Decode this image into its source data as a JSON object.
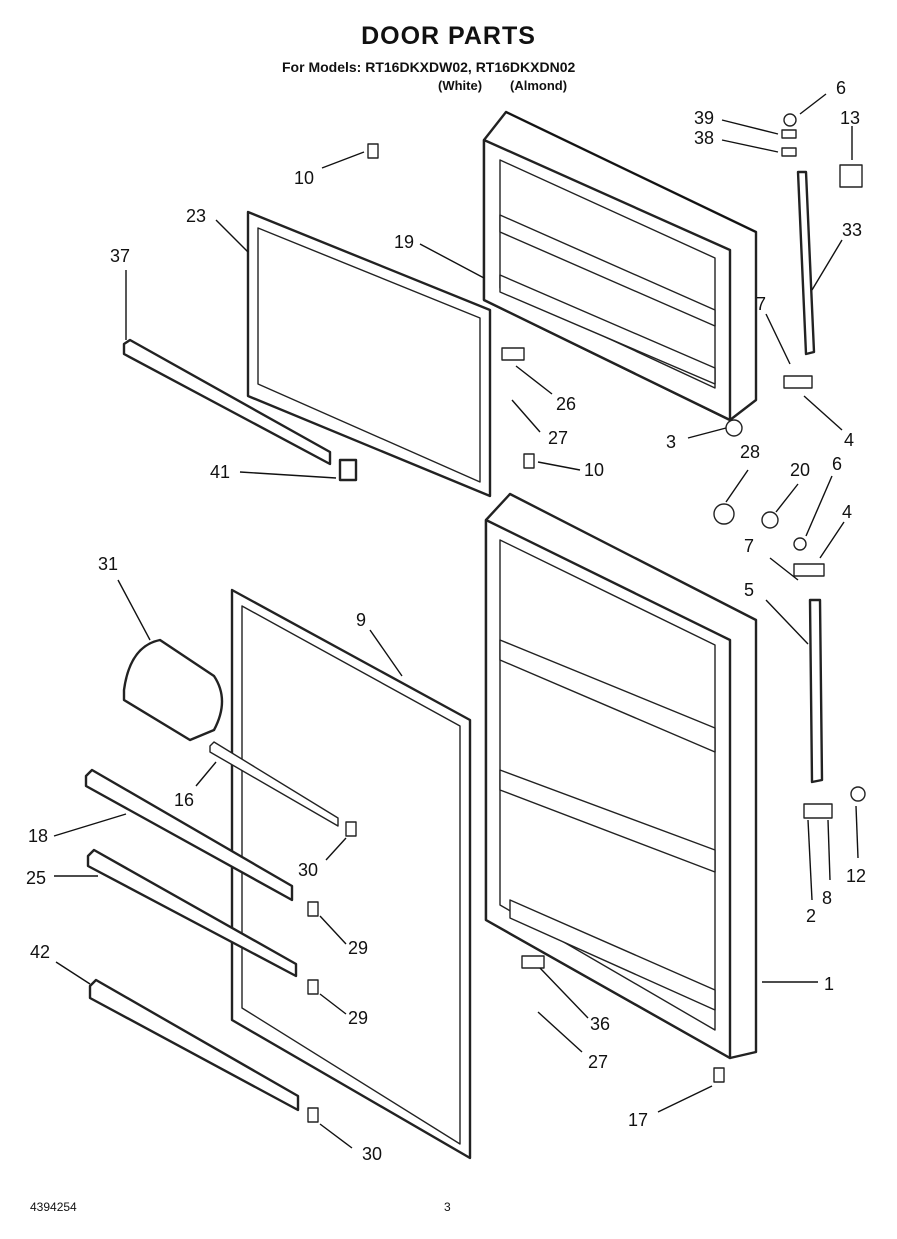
{
  "header": {
    "title": "DOOR PARTS",
    "models_line": "For Models: RT16DKXDW02, RT16DKXDN02",
    "variant_white": "(White)",
    "variant_almond": "(Almond)"
  },
  "footer": {
    "doc_number": "4394254",
    "page_number": "3"
  },
  "callouts": [
    {
      "id": "c6a",
      "label": "6"
    },
    {
      "id": "c39",
      "label": "39"
    },
    {
      "id": "c38",
      "label": "38"
    },
    {
      "id": "c13",
      "label": "13"
    },
    {
      "id": "c10a",
      "label": "10"
    },
    {
      "id": "c23",
      "label": "23"
    },
    {
      "id": "c19",
      "label": "19"
    },
    {
      "id": "c33",
      "label": "33"
    },
    {
      "id": "c37",
      "label": "37"
    },
    {
      "id": "c7a",
      "label": "7"
    },
    {
      "id": "c26",
      "label": "26"
    },
    {
      "id": "c4a",
      "label": "4"
    },
    {
      "id": "c27a",
      "label": "27"
    },
    {
      "id": "c3",
      "label": "3"
    },
    {
      "id": "c41",
      "label": "41"
    },
    {
      "id": "c10b",
      "label": "10"
    },
    {
      "id": "c28",
      "label": "28"
    },
    {
      "id": "c20",
      "label": "20"
    },
    {
      "id": "c6b",
      "label": "6"
    },
    {
      "id": "c4b",
      "label": "4"
    },
    {
      "id": "c7b",
      "label": "7"
    },
    {
      "id": "c31",
      "label": "31"
    },
    {
      "id": "c9",
      "label": "9"
    },
    {
      "id": "c5",
      "label": "5"
    },
    {
      "id": "c16",
      "label": "16"
    },
    {
      "id": "c12",
      "label": "12"
    },
    {
      "id": "c18",
      "label": "18"
    },
    {
      "id": "c30a",
      "label": "30"
    },
    {
      "id": "c8",
      "label": "8"
    },
    {
      "id": "c2",
      "label": "2"
    },
    {
      "id": "c25",
      "label": "25"
    },
    {
      "id": "c29a",
      "label": "29"
    },
    {
      "id": "c42",
      "label": "42"
    },
    {
      "id": "c1",
      "label": "1"
    },
    {
      "id": "c29b",
      "label": "29"
    },
    {
      "id": "c36",
      "label": "36"
    },
    {
      "id": "c27b",
      "label": "27"
    },
    {
      "id": "c17",
      "label": "17"
    },
    {
      "id": "c30b",
      "label": "30"
    }
  ]
}
